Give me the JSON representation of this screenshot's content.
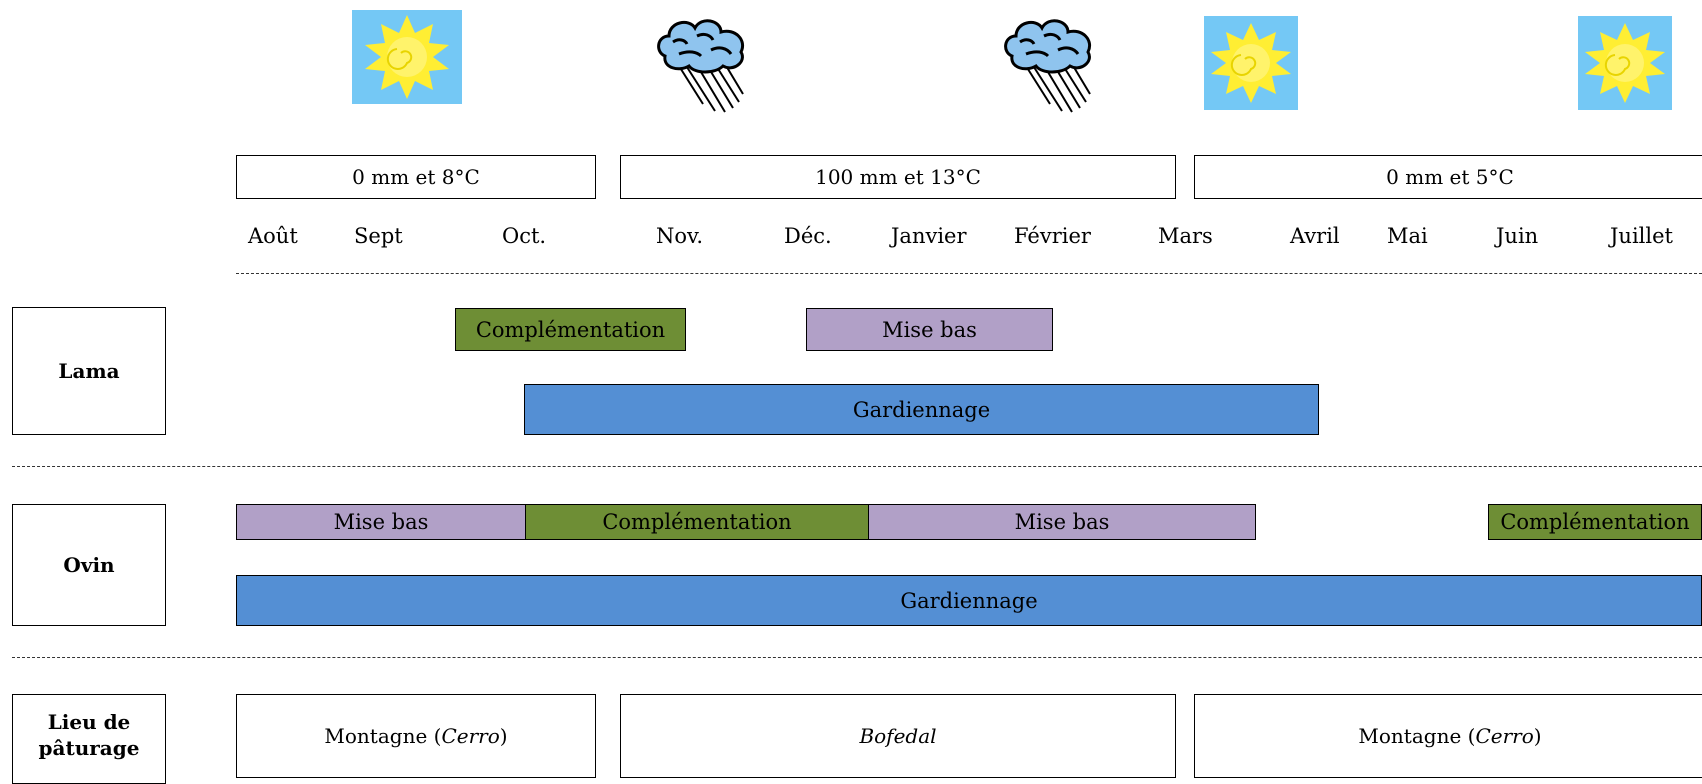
{
  "weather_icons": [
    "sun-icon",
    "rain-cloud-icon",
    "rain-cloud-icon",
    "sun-icon",
    "sun-icon"
  ],
  "seasons": {
    "dry_early": "0 mm et 8°C",
    "wet": "100 mm et 13°C",
    "dry_late": "0 mm et 5°C"
  },
  "months": [
    "Août",
    "Sept",
    "Oct.",
    "Nov.",
    "Déc.",
    "Janvier",
    "Février",
    "Mars",
    "Avril",
    "Mai",
    "Juin",
    "Juillet"
  ],
  "rows": {
    "lama": {
      "label": "Lama",
      "complementation": "Complémentation",
      "mise_bas": "Mise bas",
      "gardiennage": "Gardiennage"
    },
    "ovin": {
      "label": "Ovin",
      "mise_bas_1": "Mise bas",
      "complementation_1": "Complémentation",
      "mise_bas_2": "Mise bas",
      "complementation_2": "Complémentation",
      "gardiennage": "Gardiennage"
    },
    "lieu": {
      "label_line1": "Lieu de",
      "label_line2": "pâturage",
      "place1_main": "Montagne (",
      "place1_italic": "Cerro",
      "place1_end": ")",
      "place2_italic": "Bofedal",
      "place3_main": "Montagne (",
      "place3_italic": "Cerro",
      "place3_end": ")"
    }
  },
  "colors": {
    "complementation": "#6e8e35",
    "mise_bas": "#b1a0c7",
    "gardiennage": "#548fd4",
    "sun_bg": "#74c8f5",
    "sun": "#ffee33"
  }
}
